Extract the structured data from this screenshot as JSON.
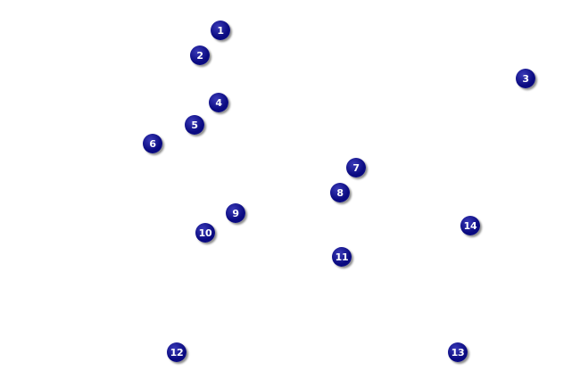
{
  "marker_color": "#0a0a80",
  "marker_highlight": "#3a3ab8",
  "label_color": "#ffffff",
  "markers": [
    {
      "label": "1"
    },
    {
      "label": "2"
    },
    {
      "label": "3"
    },
    {
      "label": "4"
    },
    {
      "label": "5"
    },
    {
      "label": "6"
    },
    {
      "label": "7"
    },
    {
      "label": "8"
    },
    {
      "label": "9"
    },
    {
      "label": "10"
    },
    {
      "label": "11"
    },
    {
      "label": "12"
    },
    {
      "label": "13"
    },
    {
      "label": "14"
    }
  ]
}
